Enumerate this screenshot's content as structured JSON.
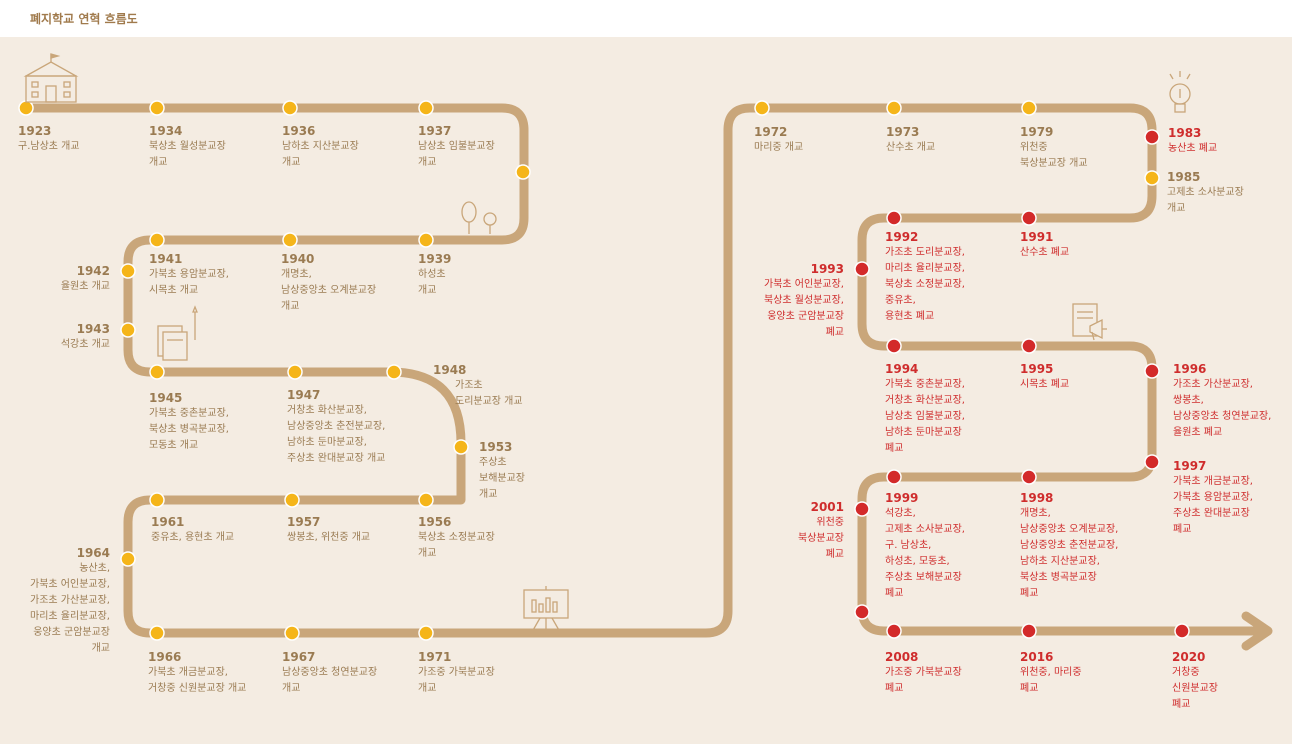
{
  "title": "폐지학교 연혁 흐름도",
  "colors": {
    "background": "#f4ece2",
    "path": "#c9a67a",
    "opened_marker": "#f5b519",
    "closed_marker": "#d32a2a",
    "opened_text": "#9a7b52",
    "closed_text": "#cf2d2d"
  },
  "icons": [
    "school-building-icon",
    "trees-icon",
    "books-icon",
    "chart-board-icon",
    "light-bulb-icon",
    "megaphone-notice-icon"
  ],
  "events": [
    {
      "year": "1923",
      "text": "구.남상초 개교",
      "status": "open"
    },
    {
      "year": "1934",
      "text": "북상초 월성분교장\n개교",
      "status": "open"
    },
    {
      "year": "1936",
      "text": "남하초 지산분교장\n개교",
      "status": "open"
    },
    {
      "year": "1937",
      "text": "남상초 임불분교장\n개교",
      "status": "open"
    },
    {
      "year": "1939",
      "text": "하성초\n개교",
      "status": "open"
    },
    {
      "year": "1940",
      "text": "개명초,\n남상중앙초 오계분교장\n개교",
      "status": "open"
    },
    {
      "year": "1941",
      "text": "가북초 용암분교장,\n시목초 개교",
      "status": "open"
    },
    {
      "year": "1942",
      "text": "율원초 개교",
      "status": "open"
    },
    {
      "year": "1943",
      "text": "석강초 개교",
      "status": "open"
    },
    {
      "year": "1945",
      "text": "가북초 중촌분교장,\n북상초 병곡분교장,\n모동초 개교",
      "status": "open"
    },
    {
      "year": "1947",
      "text": "거창초 화산분교장,\n남상중앙초 춘전분교장,\n남하초 둔마분교장,\n주상초 완대분교장 개교",
      "status": "open"
    },
    {
      "year": "1948",
      "text": "가조초\n도리분교장 개교",
      "status": "open"
    },
    {
      "year": "1953",
      "text": "주상초\n보해분교장\n개교",
      "status": "open"
    },
    {
      "year": "1956",
      "text": "북상초 소정분교장\n개교",
      "status": "open"
    },
    {
      "year": "1957",
      "text": "쌍봉초, 위천중 개교",
      "status": "open"
    },
    {
      "year": "1961",
      "text": "중유초, 용현초 개교",
      "status": "open"
    },
    {
      "year": "1964",
      "text": "농산초,\n가북초 어인분교장,\n가조초 가산분교장,\n마리초 율리분교장,\n웅양초 군암분교장\n개교",
      "status": "open"
    },
    {
      "year": "1966",
      "text": "가북초 개금분교장,\n거창중 신원분교장 개교",
      "status": "open"
    },
    {
      "year": "1967",
      "text": "남상중앙초 청연분교장\n개교",
      "status": "open"
    },
    {
      "year": "1971",
      "text": "가조중 가북분교장\n개교",
      "status": "open"
    },
    {
      "year": "1972",
      "text": "마리중 개교",
      "status": "open"
    },
    {
      "year": "1973",
      "text": "산수초 개교",
      "status": "open"
    },
    {
      "year": "1979",
      "text": "위천중\n북상분교장 개교",
      "status": "open"
    },
    {
      "year": "1983",
      "text": "농산초 폐교",
      "status": "closed"
    },
    {
      "year": "1985",
      "text": "고제초 소사분교장\n개교",
      "status": "open"
    },
    {
      "year": "1991",
      "text": "산수초 폐교",
      "status": "closed"
    },
    {
      "year": "1992",
      "text": "가조초 도리분교장,\n마리초 율리분교장,\n북상초 소정분교장,\n중유초,\n용현초 폐교",
      "status": "closed"
    },
    {
      "year": "1993",
      "text": "가북초 어인분교장,\n북상초 월성분교장,\n웅양초 군암분교장\n폐교",
      "status": "closed"
    },
    {
      "year": "1994",
      "text": "가북초 중촌분교장,\n거창초 화산분교장,\n남상초 임불분교장,\n남하초 둔마분교장\n폐교",
      "status": "closed"
    },
    {
      "year": "1995",
      "text": "시목초 폐교",
      "status": "closed"
    },
    {
      "year": "1996",
      "text": "가조초 가산분교장,\n쌍봉초,\n남상중앙초 청연분교장,\n율원초 폐교",
      "status": "closed"
    },
    {
      "year": "1997",
      "text": "가북초 개금분교장,\n가북초 용암분교장,\n주상초 완대분교장\n폐교",
      "status": "closed"
    },
    {
      "year": "1998",
      "text": "개명초,\n남상중앙초 오계분교장,\n남상중앙초 춘전분교장,\n남하초 지산분교장,\n북상초 병곡분교장\n폐교",
      "status": "closed"
    },
    {
      "year": "1999",
      "text": "석강초,\n고제초 소사분교장,\n구. 남상초,\n하성초, 모동초,\n주상초 보해분교장\n폐교",
      "status": "closed"
    },
    {
      "year": "2001",
      "text": "위천중\n북상분교장\n폐교",
      "status": "closed"
    },
    {
      "year": "2008",
      "text": "가조중 가북분교장\n폐교",
      "status": "closed"
    },
    {
      "year": "2016",
      "text": "위천중, 마리중\n폐교",
      "status": "closed"
    },
    {
      "year": "2020",
      "text": "거창중\n신원분교장\n폐교",
      "status": "closed"
    }
  ]
}
